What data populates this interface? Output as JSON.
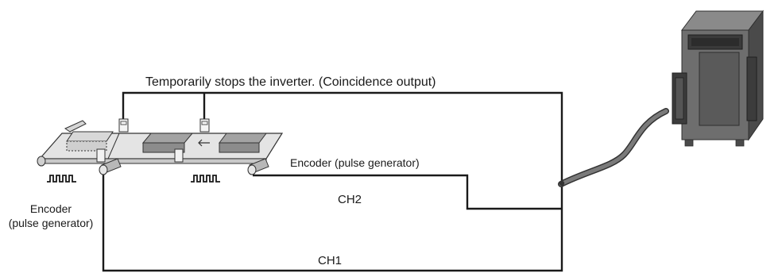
{
  "labels": {
    "coincidence": "Temporarily stops the inverter. (Coincidence output)",
    "encoder_right": "Encoder (pulse generator)",
    "encoder_left_line1": "Encoder",
    "encoder_left_line2": "(pulse generator)",
    "ch2": "CH2",
    "ch1": "CH1"
  },
  "colors": {
    "wire": "#1a1a1a",
    "conveyor": "#e2e2e2",
    "box": "#9a9a9a",
    "module_body": "#6e6e6e",
    "module_dark": "#3c3c3c",
    "cable": "#5a5a5a"
  }
}
